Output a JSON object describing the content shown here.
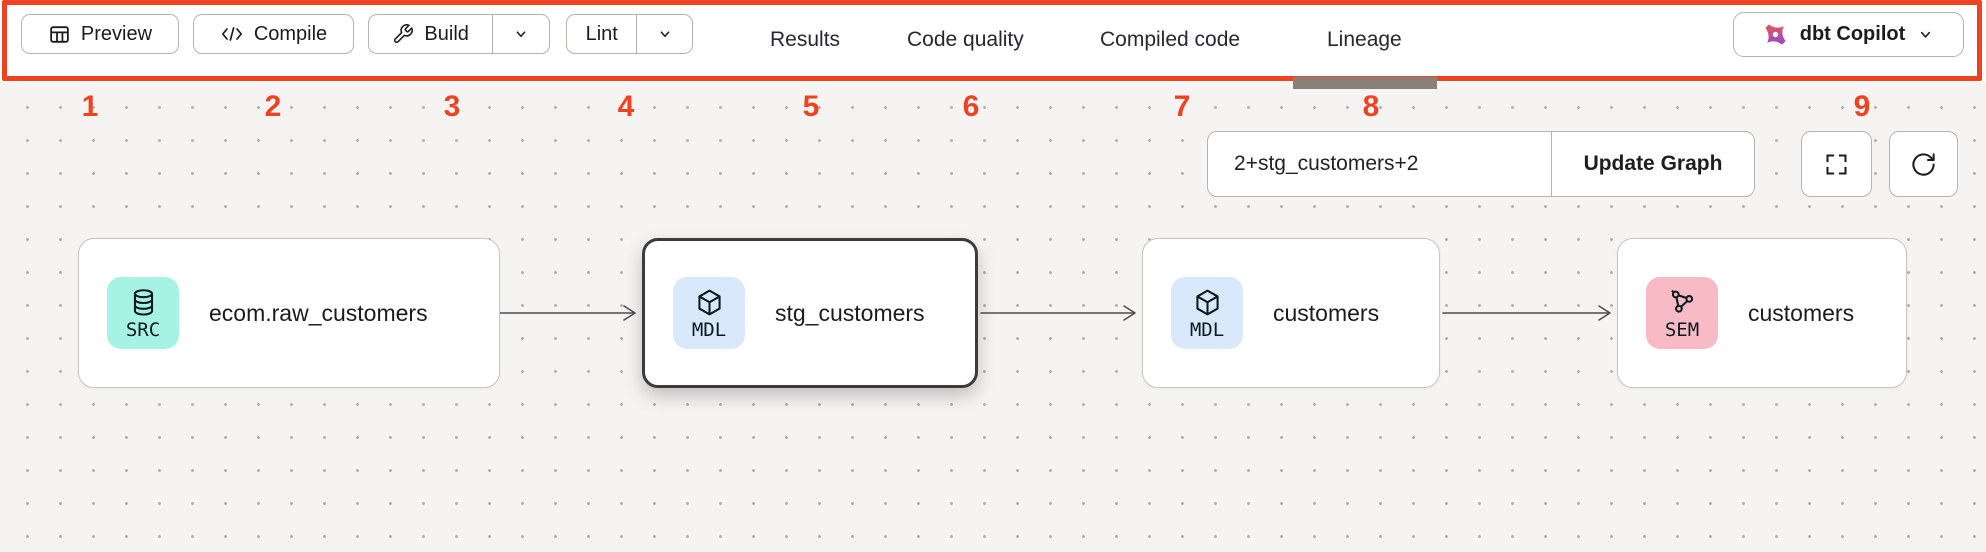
{
  "annotation": {
    "accent_color": "#EE4323",
    "labels": [
      "1",
      "2",
      "3",
      "4",
      "5",
      "6",
      "7",
      "8",
      "9"
    ]
  },
  "toolbar": {
    "preview_label": "Preview",
    "compile_label": "Compile",
    "build_label": "Build",
    "lint_label": "Lint",
    "tabs": {
      "results": "Results",
      "code_quality": "Code quality",
      "compiled_code": "Compiled code",
      "lineage": "Lineage",
      "active_tab": "Lineage"
    },
    "copilot_label": "dbt Copilot"
  },
  "graph_controls": {
    "selector_value": "2+stg_customers+2",
    "update_button_label": "Update Graph"
  },
  "nodes": [
    {
      "badge": "SRC",
      "title": "ecom.raw_customers",
      "icon": "database-icon",
      "badge_color": "#A6F2E4"
    },
    {
      "badge": "MDL",
      "title": "stg_customers",
      "icon": "cube-icon",
      "badge_color": "#D9E8FB",
      "selected": true
    },
    {
      "badge": "MDL",
      "title": "customers",
      "icon": "cube-icon",
      "badge_color": "#D9E8FB"
    },
    {
      "badge": "SEM",
      "title": "customers",
      "icon": "share-network-icon",
      "badge_color": "#F8BBC6"
    }
  ]
}
